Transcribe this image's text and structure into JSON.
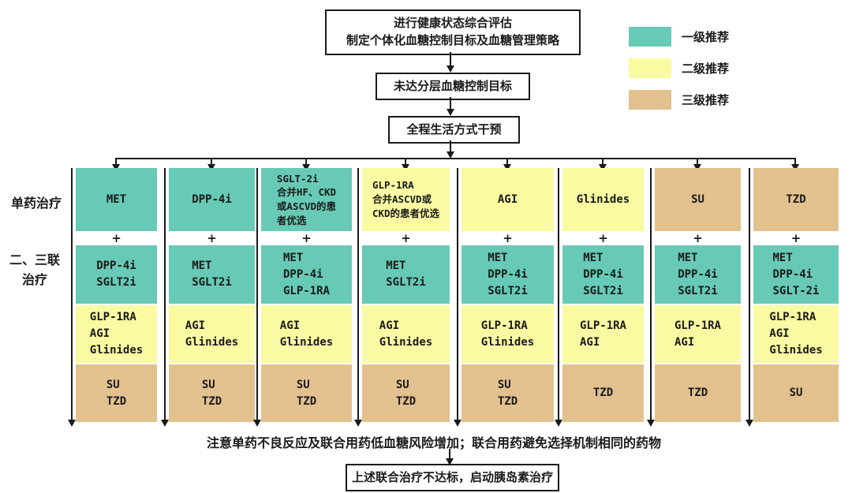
{
  "flow": {
    "assessment_box": "进行健康状态综合评估\n制定个体化血糖控制目标及血糖管理策略",
    "target_box": "未达分层血糖控制目标",
    "lifestyle_box": "全程生活方式干预",
    "caution_note": "注意单药不良反应及联合用药低血糖风险增加；联合用药避免选择机制相同的药物",
    "insulin_box": "上述联合治疗不达标，启动胰岛素治疗"
  },
  "legend": {
    "items": [
      {
        "label": "一级推荐",
        "color": "#67cab6"
      },
      {
        "label": "二级推荐",
        "color": "#fafaa2"
      },
      {
        "label": "三级推荐",
        "color": "#e3c18f"
      }
    ]
  },
  "row_labels": {
    "monotherapy": "单药治疗",
    "combination": "二、三联\n治疗"
  },
  "plus_sign": "+",
  "colors": {
    "tier1": "#67cab6",
    "tier2": "#fafaa2",
    "tier3": "#e3c18f"
  },
  "columns": [
    {
      "mono": "MET",
      "mono_color": "#67cab6",
      "combo1": "DPP-4i\nSGLT2i",
      "combo2": "GLP-1RA\nAGI\nGlinides",
      "combo3": "SU\nTZD"
    },
    {
      "mono": "DPP-4i",
      "mono_color": "#67cab6",
      "combo1": "MET\nSGLT2i",
      "combo2": "AGI\nGlinides",
      "combo3": "SU\nTZD"
    },
    {
      "mono": "SGLT-2i\n合并HF、CKD\n或ASCVD的患\n者优选",
      "mono_color": "#67cab6",
      "combo1": "MET\nDPP-4i\nGLP-1RA",
      "combo2": "AGI\nGlinides",
      "combo3": "SU\nTZD"
    },
    {
      "mono": "GLP-1RA\n合并ASCVD或\nCKD的患者优选",
      "mono_color": "#fafaa2",
      "combo1": "MET\nSGLT2i",
      "combo2": "AGI\nGlinides",
      "combo3": "SU\nTZD"
    },
    {
      "mono": "AGI",
      "mono_color": "#fafaa2",
      "combo1": "MET\nDPP-4i\nSGLT2i",
      "combo2": "GLP-1RA\nGlinides",
      "combo3": "SU\nTZD"
    },
    {
      "mono": "Glinides",
      "mono_color": "#fafaa2",
      "combo1": "MET\nDPP-4i\nSGLT2i",
      "combo2": "GLP-1RA\nAGI",
      "combo3": "TZD"
    },
    {
      "mono": "SU",
      "mono_color": "#e3c18f",
      "combo1": "MET\nDPP-4i\nSGLT2i",
      "combo2": "GLP-1RA\nAGI",
      "combo3": "TZD"
    },
    {
      "mono": "TZD",
      "mono_color": "#e3c18f",
      "combo1": "MET\nDPP-4i\nSGLT-2i",
      "combo2": "GLP-1RA\nAGI\nGlinides",
      "combo3": "SU"
    }
  ]
}
